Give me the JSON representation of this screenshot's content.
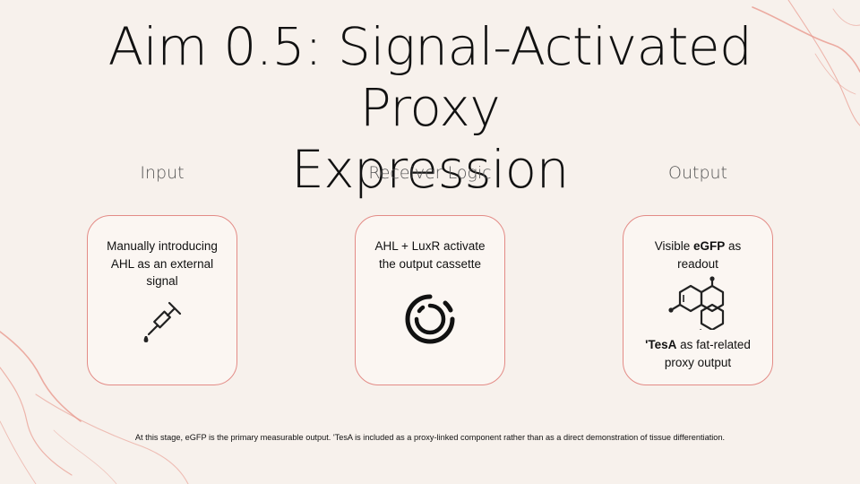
{
  "slide": {
    "title_line1": "Aim 0.5: Signal-Activated Proxy",
    "title_line2": "Expression",
    "columns": [
      {
        "heading": "Input",
        "text": "Manually introducing AHL as an external signal",
        "icon": "dropper-icon"
      },
      {
        "heading": "Receiver Logic",
        "text": "AHL + LuxR activate the output cassette",
        "icon": "circular-logic-icon"
      },
      {
        "heading": "Output",
        "text1_pre": "Visible ",
        "text1_bold": "eGFP",
        "text1_post": " as readout",
        "icon": "molecule-icon",
        "text2_bold": "'TesA",
        "text2_post": " as fat-related proxy output"
      }
    ],
    "footnote": "At this stage, eGFP is the primary measurable output. 'TesA is included as a proxy-linked component rather than as a direct demonstration of tissue differentiation."
  },
  "colors": {
    "card_border": "#e38b86",
    "background": "#f7f1ec",
    "decor": "#e89a8e"
  }
}
